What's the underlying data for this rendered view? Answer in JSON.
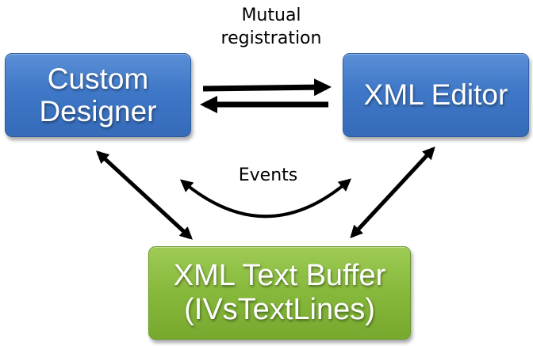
{
  "nodes": {
    "custom_designer": {
      "line1": "Custom",
      "line2": "Designer",
      "color": "#3f78c8"
    },
    "xml_editor": {
      "line1": "XML Editor",
      "color": "#3f78c8"
    },
    "xml_text_buffer": {
      "line1": "XML Text Buffer",
      "line2": "(IVsTextLines)",
      "color": "#86b83b"
    }
  },
  "labels": {
    "mutual_registration_line1": "Mutual",
    "mutual_registration_line2": "registration",
    "events": "Events"
  },
  "edges": [
    {
      "from": "custom_designer",
      "to": "xml_editor",
      "label": "Mutual registration",
      "direction": "forward"
    },
    {
      "from": "xml_editor",
      "to": "custom_designer",
      "label": "Mutual registration",
      "direction": "forward"
    },
    {
      "from": "custom_designer",
      "to": "xml_text_buffer",
      "direction": "both"
    },
    {
      "from": "xml_editor",
      "to": "xml_text_buffer",
      "direction": "both"
    },
    {
      "from": "custom_designer",
      "to": "xml_editor",
      "label": "Events",
      "direction": "both",
      "style": "curved"
    }
  ]
}
